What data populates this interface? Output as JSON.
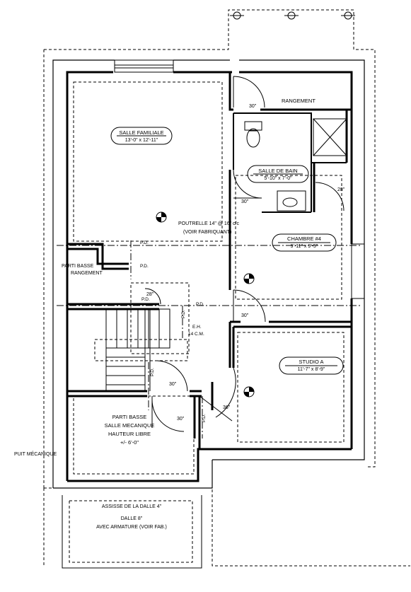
{
  "rooms": {
    "salle_familiale": {
      "name": "SALLE FAMILIALE",
      "dims": "13'-0\" x 12'-11\""
    },
    "rangement_top": {
      "name": "RANGEMENT"
    },
    "salle_de_bain": {
      "name": "SALLE DE BAIN",
      "dims": "5'-10\" x 7'-0\""
    },
    "chambre": {
      "name": "CHAMBRE #4",
      "dims": "9'-11\" x 9'-5\""
    },
    "studio": {
      "name": "STUDIO A",
      "dims": "11'-7\" x 8'-9\""
    },
    "parti_basse_rangement": {
      "line1": "PARTI BASSE",
      "line2": "RANGEMENT"
    },
    "salle_mecanique": {
      "line1": "PARTI BASSE",
      "line2": "SALLE MECANIQUE",
      "line3": "HAUTEUR LIBRE",
      "line4": "+/- 6'-0\""
    }
  },
  "notes": {
    "poutrelle": "POUTRELLE 14\" @ 16\" c/c",
    "fabriquant": "(VOIR FABRIQUANT)",
    "puit": "PUIT MÉCANIQUE",
    "assise": "ASSISSE DE LA DALLE 4\"",
    "dalle": "DALLE 8\"",
    "armature": "AVEC ARMATURE (VOIR FAB.)",
    "eh_1": "E.H.",
    "eh_2": "14 C.M."
  },
  "door_sizes": {
    "d_rangement": "30\"",
    "d_bain": "30\"",
    "d_chambre": "28\"",
    "d_stair": "28\"",
    "d_studio_top": "30\"",
    "d_studio": "36\"",
    "d_meca": "30\"",
    "d_meca_2": "30\""
  },
  "pd_labels": {
    "pd1": "P.D.",
    "pd2": "P.D.",
    "pd3": "P.D.",
    "pd4": "P.D.",
    "pd5": "P.D.",
    "pd6": "P.D.",
    "pd7": "P.D."
  },
  "colors": {
    "line": "#000000",
    "background": "#ffffff"
  }
}
